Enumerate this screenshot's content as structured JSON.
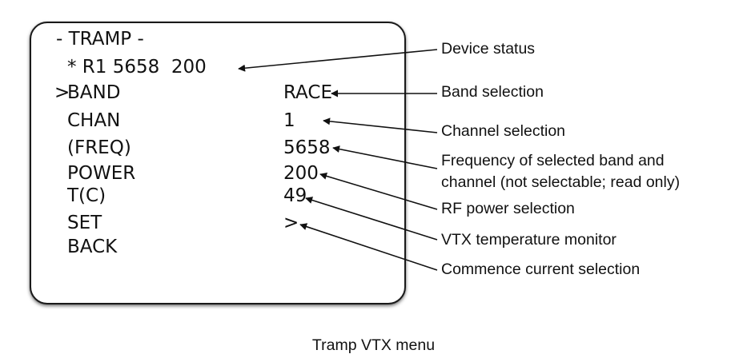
{
  "osd": {
    "title": "- TRAMP -",
    "status_line": "* R1 5658  200",
    "cursor": ">",
    "items": [
      {
        "label": "BAND",
        "value": "RACE"
      },
      {
        "label": "CHAN",
        "value": "1"
      },
      {
        "label": "(FREQ)",
        "value": "5658"
      },
      {
        "label": "POWER",
        "value": "200"
      },
      {
        "label": "T(C)",
        "value": "49"
      },
      {
        "label": "SET",
        "value": ">"
      },
      {
        "label": "BACK",
        "value": ""
      }
    ]
  },
  "annotations": {
    "device_status": "Device status",
    "band_selection": "Band selection",
    "channel_selection": "Channel selection",
    "frequency_line1": "Frequency of selected band and",
    "frequency_line2": "channel (not selectable; read only)",
    "rf_power": "RF power selection",
    "vtx_temp": "VTX temperature monitor",
    "commence": "Commence current selection"
  },
  "caption": "Tramp VTX menu",
  "colors": {
    "ink": "#111111",
    "border": "#1a1a1a",
    "background": "#ffffff"
  }
}
